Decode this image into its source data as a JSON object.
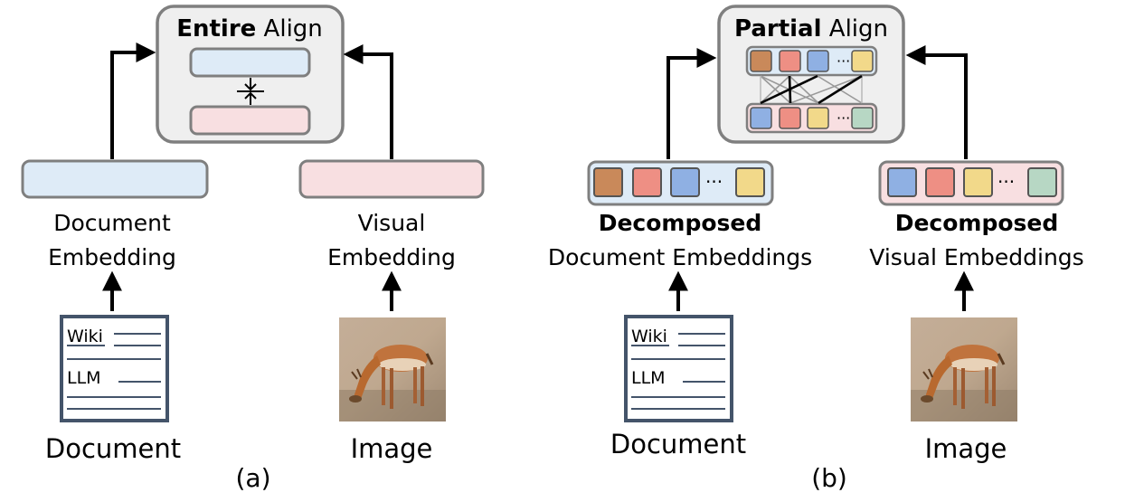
{
  "panel_a": {
    "align_bold": "Entire",
    "align_rest": " Align",
    "doc_emb_line1": "Document",
    "doc_emb_line2": "Embedding",
    "vis_emb_line1": "Visual",
    "vis_emb_line2": "Embedding",
    "doc_line1": "Wiki",
    "doc_line2": "LLM",
    "document_label": "Document",
    "image_label": "Image",
    "caption": "(a)"
  },
  "panel_b": {
    "align_bold": "Partial",
    "align_rest": " Align",
    "doc_emb_bold": "Decomposed",
    "doc_emb_line2": "Document Embeddings",
    "vis_emb_bold": "Decomposed",
    "vis_emb_line2": "Visual Embeddings",
    "doc_line1": "Wiki",
    "doc_line2": "LLM",
    "document_label": "Document",
    "image_label": "Image",
    "caption": "(b)",
    "ellipsis": "···"
  },
  "colors": {
    "doc_embedding_fill": "#deebf7",
    "vis_embedding_fill": "#f8dfe1",
    "align_box_fill": "#efefef",
    "box_border": "#7f7f7f",
    "doc_frame": "#44546a",
    "token_brown": "#c9895a",
    "token_salmon": "#ee8f84",
    "token_blue": "#8fb0e3",
    "token_yellow": "#f2d98a",
    "token_green": "#b7d7c4"
  },
  "icons": {
    "antelope_image": "antelope-photo",
    "compress_symbol": "compress-arrows-icon"
  }
}
